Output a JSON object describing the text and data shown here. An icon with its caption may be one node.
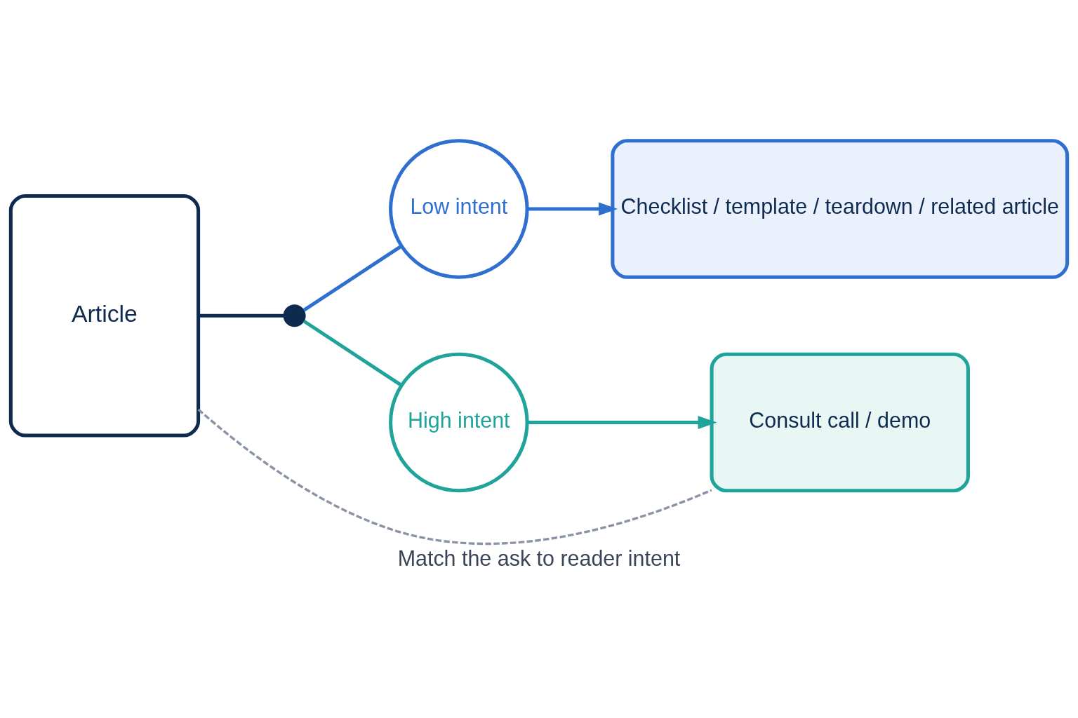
{
  "diagram": {
    "caption": "Match the ask to reader intent",
    "nodes": [
      {
        "text": [
          "Article"
        ]
      },
      {
        "text": [],
        "shape": "circle"
      },
      {
        "text": [
          "Low intent"
        ]
      },
      {
        "text": [
          "High intent"
        ]
      },
      {
        "text": [
          "Checklist / template / teardown / related article"
        ]
      },
      {
        "text": [
          "Consult call / demo"
        ]
      }
    ],
    "edges": [
      {
        "from": 0,
        "to": 1,
        "arrow": "none",
        "color": "#0f2a4f"
      },
      {
        "from": 1,
        "to": 2,
        "arrow": "none",
        "color": "#2f6fd0"
      },
      {
        "from": 1,
        "to": 3,
        "arrow": "none",
        "color": "#1fa39a"
      },
      {
        "from": 2,
        "to": 4,
        "arrow": "to",
        "color": "#2f6fd0"
      },
      {
        "from": 3,
        "to": 5,
        "arrow": "to",
        "color": "#1fa39a"
      },
      {
        "from": 0,
        "to": 5,
        "arrow": "none",
        "style": "dashed",
        "color": "#8a93a6"
      }
    ]
  }
}
